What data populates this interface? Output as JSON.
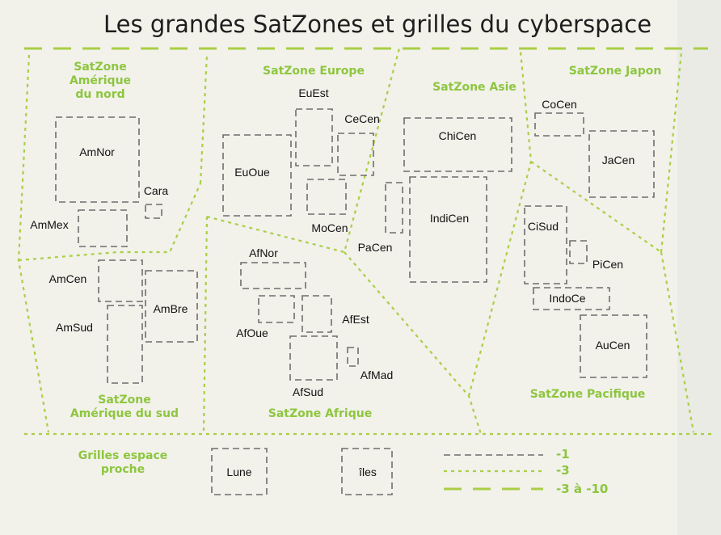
{
  "title": "Les grandes SatZones et grilles du cyberspace",
  "zones": {
    "amnord_1": "SatZone",
    "amnord_2": "Amérique",
    "amnord_3": "du nord",
    "europe": "SatZone Europe",
    "asie": "SatZone Asie",
    "japon": "SatZone Japon",
    "amsud_1": "SatZone",
    "amsud_2": "Amérique du sud",
    "afrique": "SatZone Afrique",
    "pacifique": "SatZone Pacifique"
  },
  "grids": {
    "amnor": "AmNor",
    "cara": "Cara",
    "ammex": "AmMex",
    "eueust": "EuEst",
    "cecen": "CeCen",
    "euoue": "EuOue",
    "mocen": "MoCen",
    "pacen": "PaCen",
    "chicen": "ChiCen",
    "indicen": "IndiCen",
    "cocen": "CoCen",
    "jacen": "JaCen",
    "cisud": "CiSud",
    "picen": "PiCen",
    "indoce": "IndoCe",
    "aucen": "AuCen",
    "amcen": "AmCen",
    "ambre": "AmBre",
    "amsud": "AmSud",
    "afnor": "AfNor",
    "afest": "AfEst",
    "afoue": "AfOue",
    "afmad": "AfMad",
    "afsud": "AfSud"
  },
  "proche": {
    "heading_1": "Grilles espace",
    "heading_2": "proche",
    "lune": "Lune",
    "iles": "îles"
  },
  "legend": {
    "items": [
      {
        "style": "dashed",
        "value": "-1"
      },
      {
        "style": "dotted",
        "value": "-3"
      },
      {
        "style": "long-dash",
        "value": "-3 à -10"
      }
    ]
  },
  "colors": {
    "zone_green": "#8dc63f",
    "grid_gray": "#6e6e6e",
    "background": "#f2f1ea"
  }
}
